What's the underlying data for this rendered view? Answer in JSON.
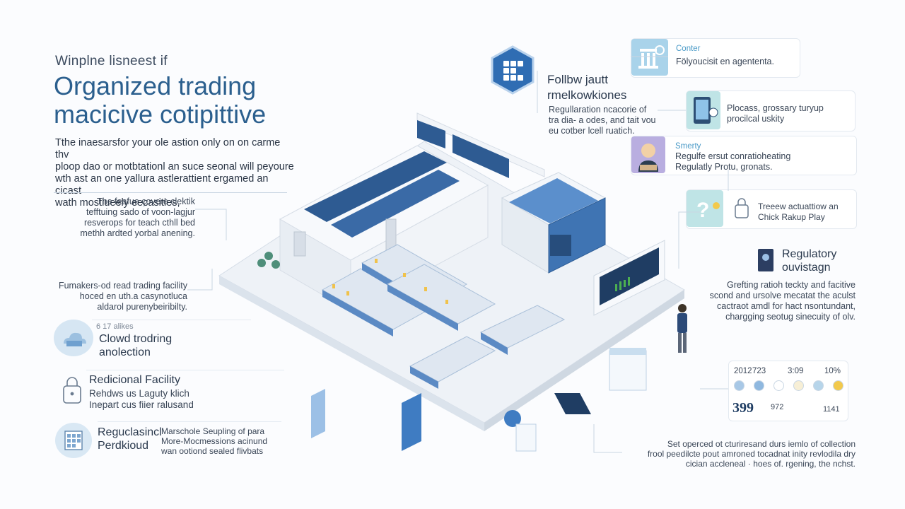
{
  "header": {
    "kicker": "Winplne lisneest if",
    "title_line1": "Organized trading",
    "title_line2": "macicive cotipittive",
    "intro": [
      "Tthe inaesarsfor your ole astion only on on carme thv",
      "ploop dao or motbtationl an suce seonal will peyoure",
      "wth ast an one yallura astlerattient ergamed an cicast",
      "wath mostlueely eecasities,"
    ]
  },
  "left_notes": {
    "note1": [
      "The feafue çovere clektik",
      "tefftuing sado of voon-lagjur",
      "resverops for teach cthll bed",
      "methh ardted yorbal anening."
    ],
    "note2": [
      "Fumakers-od read trading facility",
      "hoced en uth.a casynotluca",
      "aldarol purenybeiribilty."
    ]
  },
  "left_items": [
    {
      "badge": "6 17 alikes",
      "title1": "Clowd trodring",
      "title2": "anolection"
    },
    {
      "title1": "Redicional Facility",
      "sub1": "Rehdws us Laguty klich",
      "sub2": "Inepart cus fiier ralusand"
    },
    {
      "title1": "Reguclasincl",
      "title2": "Perdkioud",
      "sub": [
        "Marschole Seupling of para",
        "More-Mocmessions acinund",
        "wan ootiond sealed flivbats"
      ]
    }
  ],
  "hub": {
    "title1": "Follbw jautt",
    "title2": "rmelkowkiones",
    "body": [
      "Regullaration ncacorie of",
      "tra dia- a odes, and tait vou",
      "eu cotber lcell ruatich."
    ]
  },
  "right_cards": [
    {
      "label": "Conter",
      "text": "Fölyoucisit en agententa."
    },
    {
      "text1": "Plocass, grossary turyup",
      "text2": "procilcal uskity"
    },
    {
      "label": "Smerty",
      "text1": "Regulfe ersut conratioheating",
      "text2": "Regulatly Protu, gronats."
    },
    {
      "text1": "Treeew actuattiow an",
      "text2": "Chick Rakup Play"
    }
  ],
  "regulatory": {
    "title1": "Regulatory",
    "title2": "ouvistagn",
    "body": [
      "Grefting ratioh teckty and facitive",
      "scond and ursolve mecatat the aculst",
      "cactraot amdl for hact nsontundant,",
      "chargging seotug sinecuity of olv."
    ]
  },
  "stats": {
    "top": [
      "2012",
      "723",
      "3:09",
      "10%"
    ],
    "big": "399",
    "mid": "972",
    "right": "1141",
    "dots": [
      "#a8c8e6",
      "#8fb8df",
      "#ffffff",
      "#f7efd6",
      "#b7d5ea",
      "#f2c94c"
    ]
  },
  "footer_note": [
    "Set operced ot cturiresand durs iemlo of collection",
    "frool peedilcte pout amroned tocadnat inity revlodila dry",
    "cician accleneal · hoes of. rgening, the nchst."
  ],
  "colors": {
    "accent": "#2b5f8e",
    "blue": "#2f6db3",
    "light": "#c9deef"
  }
}
